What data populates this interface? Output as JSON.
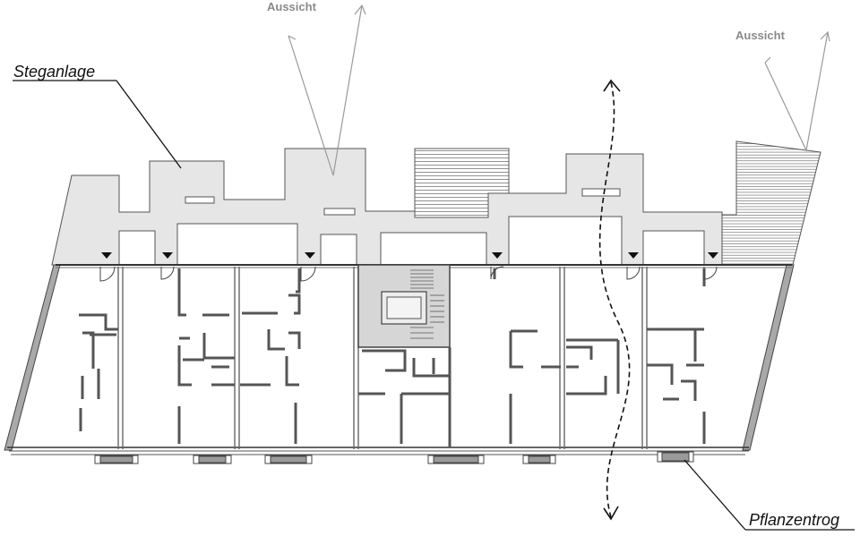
{
  "labels": {
    "view_left": "Aussicht",
    "view_right": "Aussicht",
    "walkway": "Steganlage",
    "planter": "Pflanzentrog"
  },
  "colors": {
    "walkway_fill": "#e6e6e6",
    "stair_fill": "#d6d6d6",
    "slab_fill": "#a9a9a9",
    "sightline": "#9a9a9a",
    "line": "#444444"
  }
}
